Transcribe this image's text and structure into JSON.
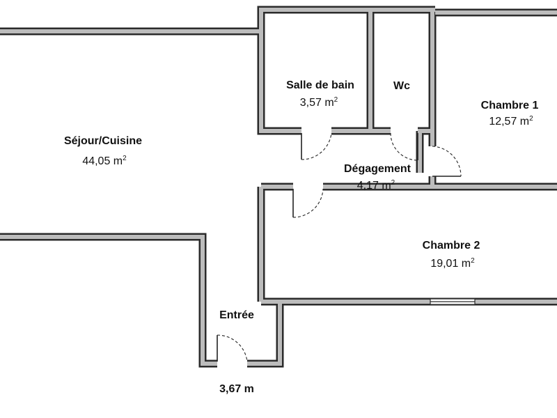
{
  "rooms": [
    {
      "id": "sejour",
      "name": "Séjour/Cuisine",
      "area": "44,05 m",
      "unit_sup": "2"
    },
    {
      "id": "salle-bain",
      "name": "Salle de bain",
      "area": "3,57 m",
      "unit_sup": "2"
    },
    {
      "id": "wc",
      "name": "Wc",
      "area": "",
      "unit_sup": ""
    },
    {
      "id": "chambre1",
      "name": "Chambre 1",
      "area": "12,57 m",
      "unit_sup": "2"
    },
    {
      "id": "degagement",
      "name": "Dégagement",
      "area": "4,17 m",
      "unit_sup": "2"
    },
    {
      "id": "chambre2",
      "name": "Chambre 2",
      "area": "19,01 m",
      "unit_sup": "2"
    },
    {
      "id": "entree",
      "name": "Entrée",
      "area": "",
      "unit_sup": ""
    }
  ],
  "dimension": {
    "label": "3,67 m"
  },
  "colors": {
    "wall_outline": "#2b2b2b",
    "wall_fill": "#bcbcbc",
    "text": "#111111"
  }
}
